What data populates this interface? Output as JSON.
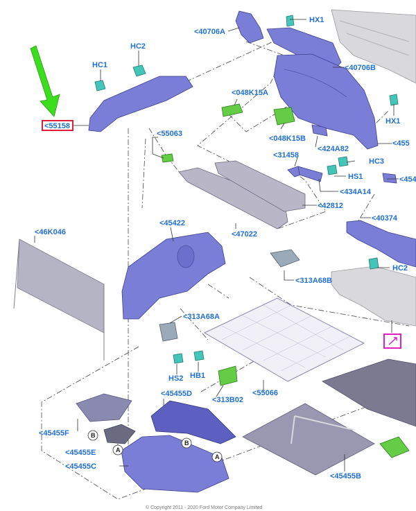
{
  "labels": {
    "p40706A": "<40706A",
    "hx1_top": "HX1",
    "p40706B": "<40706B",
    "p048K15A": "<048K15A",
    "p048K15B": "<048K15B",
    "p424A82": "<424A82",
    "hx1_right": "HX1",
    "p455_right": "<455",
    "hc1": "HC1",
    "hc2_top": "HC2",
    "p55158": "<55158",
    "p55063": "<55063",
    "p31458": "<31458",
    "hc3": "HC3",
    "hs1": "HS1",
    "p434A14": "<434A14",
    "p454_right": "<454",
    "p42812": "<42812",
    "p47022": "<47022",
    "p46K046": "<46K046",
    "p45422": "<45422",
    "p40374": "<40374",
    "hc2_right": "HC2",
    "p313A68B": "<313A68B",
    "p313A68A": "<313A68A",
    "hs2": "HS2",
    "hb1": "HB1",
    "p313B02": "<313B02",
    "p55066": "<55066",
    "p45455D": "<45455D",
    "p45455F": "<45455F",
    "p45455E": "<45455E",
    "p45455C": "<45455C",
    "p45455B": "<45455B",
    "circle_b1": "B",
    "circle_a1": "A",
    "circle_b2": "B",
    "circle_a2": "A"
  },
  "copyright": "© Copyright 2011 - 2020 Ford Motor Company Limited",
  "colors": {
    "label": "#1f6fd8",
    "part": "#7b7ed6",
    "clip": "#45c5b9",
    "green_part": "#64cc45",
    "arrow": "#3cdc1e",
    "highlight_box": "#e01e3c",
    "magenta_box": "#e020c8"
  },
  "icons": {
    "arrow": "green-pointer-arrow-icon",
    "magenta": "detail-view-icon"
  }
}
